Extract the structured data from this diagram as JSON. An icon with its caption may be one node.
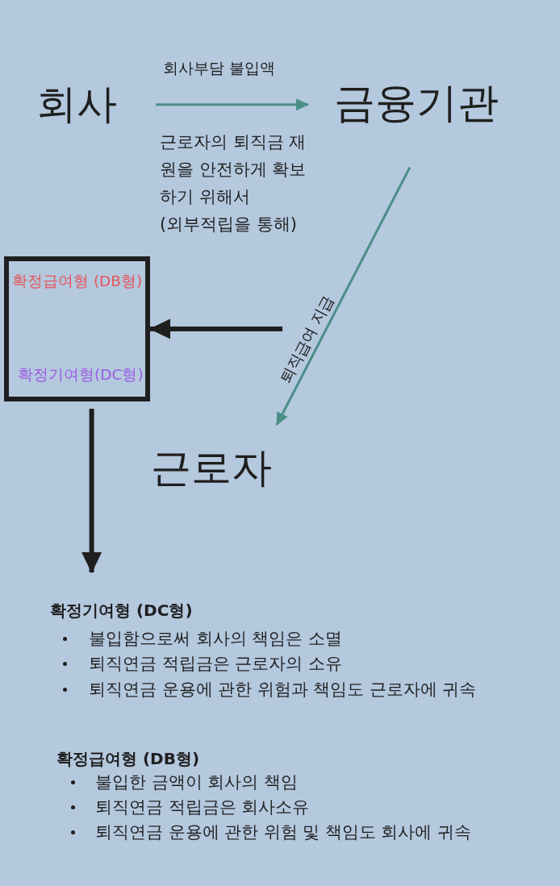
{
  "diagram": {
    "nodes": [
      {
        "text": [
          "회사"
        ]
      },
      {
        "text": [
          "금융기관"
        ]
      },
      {
        "text": [
          "확정급여형 (DB형)",
          "확정기여형(DC형)"
        ]
      },
      {
        "text": [
          "근로자"
        ]
      },
      {
        "text": [
          "확정기여형 (DC형)",
          "불입함으로써 회사의 책임은 소멸",
          "퇴직연금 적립금은 근로자의 소유",
          "퇴직연금 운용에 관한 위험과 책임도 근로자에 귀속"
        ]
      }
    ],
    "edges": [
      {
        "from": 0,
        "to": 1,
        "arrow": "to",
        "label": "회사부담 불입액",
        "color": "#4a8f87"
      },
      {
        "from": 1,
        "to": 3,
        "arrow": "to",
        "label": "퇴직급여 지급",
        "color": "#4a8f87"
      },
      {
        "from": null,
        "to": 2,
        "arrow": "to",
        "style": "thick",
        "color": "#1f1f1f"
      },
      {
        "from": 2,
        "to": 4,
        "arrow": "to",
        "style": "thick",
        "color": "#1f1f1f"
      }
    ],
    "labels": [
      "근로자의 퇴직금 재원을 안전하게 확보하기 위해서",
      "(외부적립을 통해)",
      "확정급여형 (DB형)",
      "불입한 금액이 회사의 책임",
      "퇴직연금 적립금은 회사소유",
      "퇴직연금 운용에 관한 위험 및 책임도 회사에 귀속"
    ]
  }
}
